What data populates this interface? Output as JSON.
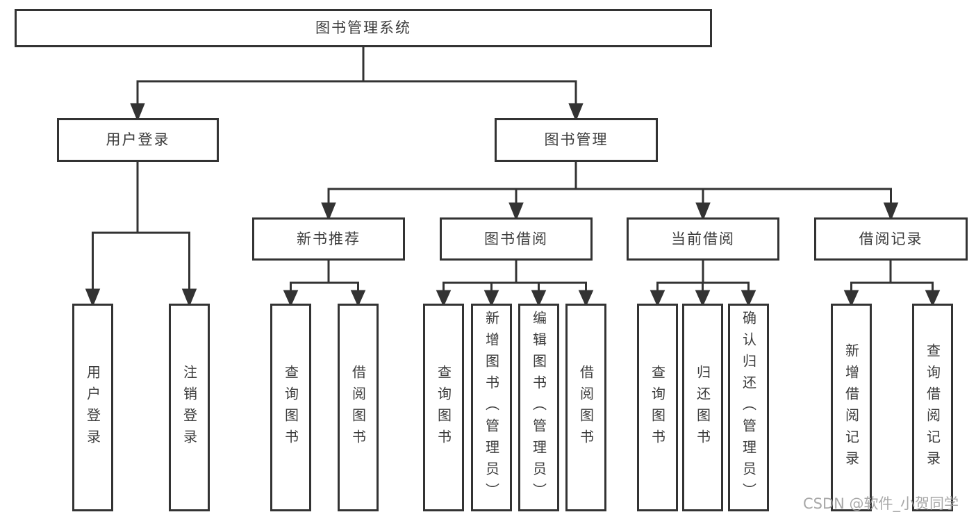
{
  "colors": {
    "line": "#333333",
    "box_border": "#333333",
    "text": "#3c3c3c",
    "background": "#ffffff",
    "watermark": "#9e9e9e"
  },
  "watermark": {
    "text": "CSDN @软件_小贺同学"
  },
  "tree": {
    "root": {
      "label": "图书管理系统"
    },
    "branches": [
      {
        "label": "用户登录",
        "children": [
          {
            "label": "用户登录"
          },
          {
            "label": "注销登录"
          }
        ]
      },
      {
        "label": "图书管理",
        "children": [
          {
            "label": "新书推荐",
            "children": [
              {
                "label": "查询图书"
              },
              {
                "label": "借阅图书"
              }
            ]
          },
          {
            "label": "图书借阅",
            "children": [
              {
                "label": "查询图书"
              },
              {
                "label": "新增图书（管理员）"
              },
              {
                "label": "编辑图书（管理员）"
              },
              {
                "label": "借阅图书"
              }
            ]
          },
          {
            "label": "当前借阅",
            "children": [
              {
                "label": "查询图书"
              },
              {
                "label": "归还图书"
              },
              {
                "label": "确认归还（管理员）"
              }
            ]
          },
          {
            "label": "借阅记录",
            "children": [
              {
                "label": "新增借阅记录"
              },
              {
                "label": "查询借阅记录"
              }
            ]
          }
        ]
      }
    ]
  }
}
